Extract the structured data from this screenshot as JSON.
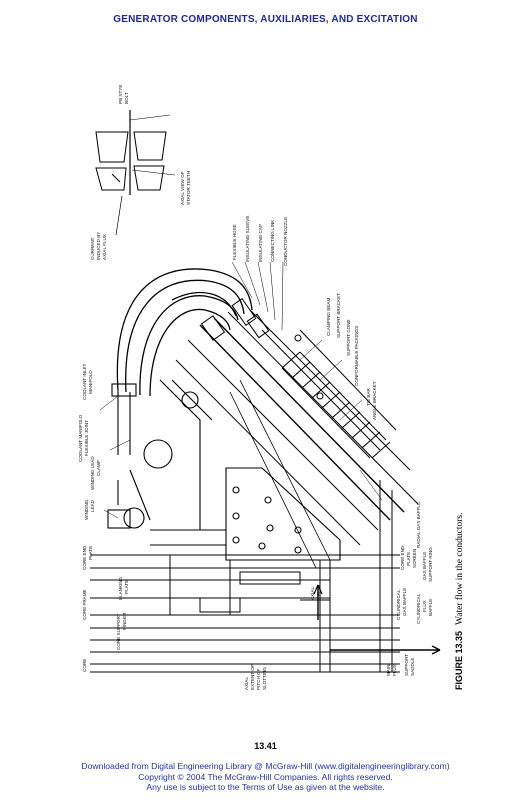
{
  "header": {
    "title": "GENERATOR COMPONENTS, AUXILIARIES, AND EXCITATION"
  },
  "figure": {
    "caption_number": "FIGURE 13.35",
    "caption_text": "Water flow in the conductors.",
    "labels": {
      "pb_stye": "PB STYE",
      "bolt": "BOLT",
      "axial_view_1": "AXIAL VIEW OF",
      "axial_view_2": "STATOR TEETH",
      "current_1": "CURRENT",
      "current_2": "INDUCED BY",
      "current_3": "AXIAL FLUX",
      "flexible_hose": "FLEXIBLE HOSE",
      "insulating_sleeve": "INSULATING SLEEVE",
      "insulating_cap": "INSULATING CAP",
      "connecting_link": "CONNECTING LINK",
      "conductor_nozzle": "CONDUCTOR NOZZLE",
      "coolant_inlet_1": "COOLANT INLET",
      "coolant_inlet_2": "MANIFOLD",
      "clamping_beam": "CLAMPING BEAM",
      "support_bracket": "SUPPORT BRACKET",
      "support_cone": "SUPPORT CONE",
      "conformable_packings": "CONFORMABLE PACKINGS",
      "coolant_manifold_1": "COOLANT MANIFOLD",
      "coolant_manifold_2": "FLEXIBLE JOINT",
      "winding_lead_clamp_1": "WINDING LEAD",
      "winding_lead_clamp_2": "CLAMP",
      "tie_bar": "TIE BAR",
      "angle_bracket": "ANGLE BRACKET",
      "winding_lead_1": "WINDING",
      "winding_lead_2": "LEAD",
      "core_end_plate_1": "CORE END",
      "core_end_plate_2": "PLATE",
      "radial_gas_baffle": "RADIAL GAS BAFFLE",
      "core_frame": "CORE FRAME",
      "blanking_plate_1": "BLANKING",
      "blanking_plate_2": "PLATE",
      "core_end_plate_screen_1": "CORE END",
      "core_end_plate_screen_2": "PLATE",
      "core_end_plate_screen_3": "SCREEN",
      "gas_baffle_1": "GAS BAFFLE",
      "gas_baffle_2": "SUPPORT RING",
      "core_support_finger_1": "CORE SUPPORT",
      "core_support_finger_2": "FINGER",
      "axial_flux_1": "AXIAL",
      "axial_flux_2": "FLUX",
      "cyl_gas_baffle_1": "CYLINDRICAL",
      "cyl_gas_baffle_2": "GAS BAFFLE",
      "cyl_flux_1": "CYLINDRICAL",
      "cyl_flux_2": "FLUX",
      "cyl_flux_3": "BAFFLE",
      "core": "CORE",
      "axial_ext_1": "AXIAL",
      "axial_ext_2": "EXTENT OF",
      "axial_ext_3": "PITCH OF",
      "axial_ext_4": "SLOTTING",
      "main_flux_1": "MAIN",
      "main_flux_2": "FLUX",
      "support_saddle_1": "SUPPORT",
      "support_saddle_2": "SADDLE"
    }
  },
  "page_number": "13.41",
  "footer": {
    "line1": "Downloaded from Digital Engineering Library @ McGraw-Hill (www.digitalengineeringlibrary.com)",
    "line2": "Copyright © 2004 The McGraw-Hill Companies. All rights reserved.",
    "line3": "Any use is subject to the Terms of Use as given at the website."
  }
}
